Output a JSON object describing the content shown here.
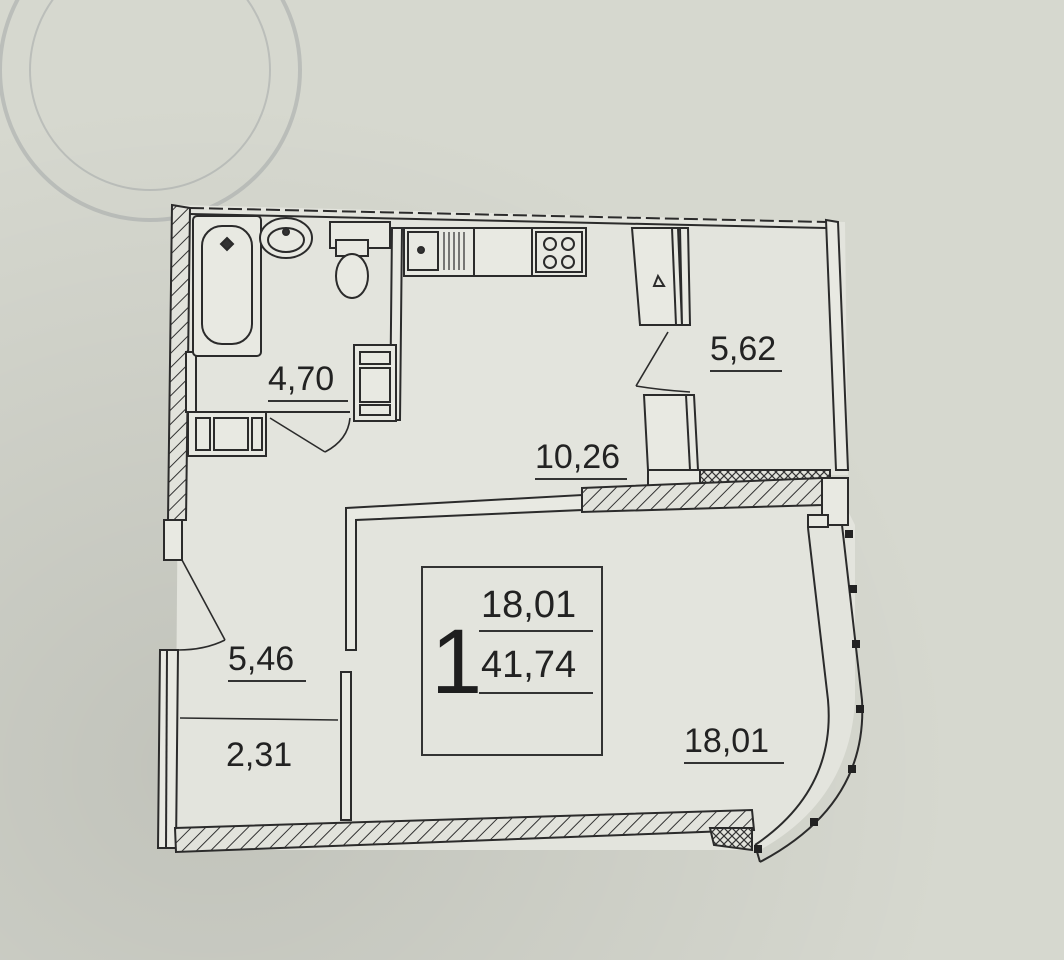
{
  "plan": {
    "rooms_count": "1",
    "living_area": "18,01",
    "total_area": "41,74"
  },
  "rooms": {
    "bathroom": "4,70",
    "kitchen": "10,26",
    "wardrobe": "5,62",
    "hallway": "5,46",
    "storage": "2,31",
    "living_room": "18,01"
  },
  "colors": {
    "paper": "#d6d8cf",
    "ink": "#2b2b2b",
    "stamp": "#9aa0a6"
  }
}
